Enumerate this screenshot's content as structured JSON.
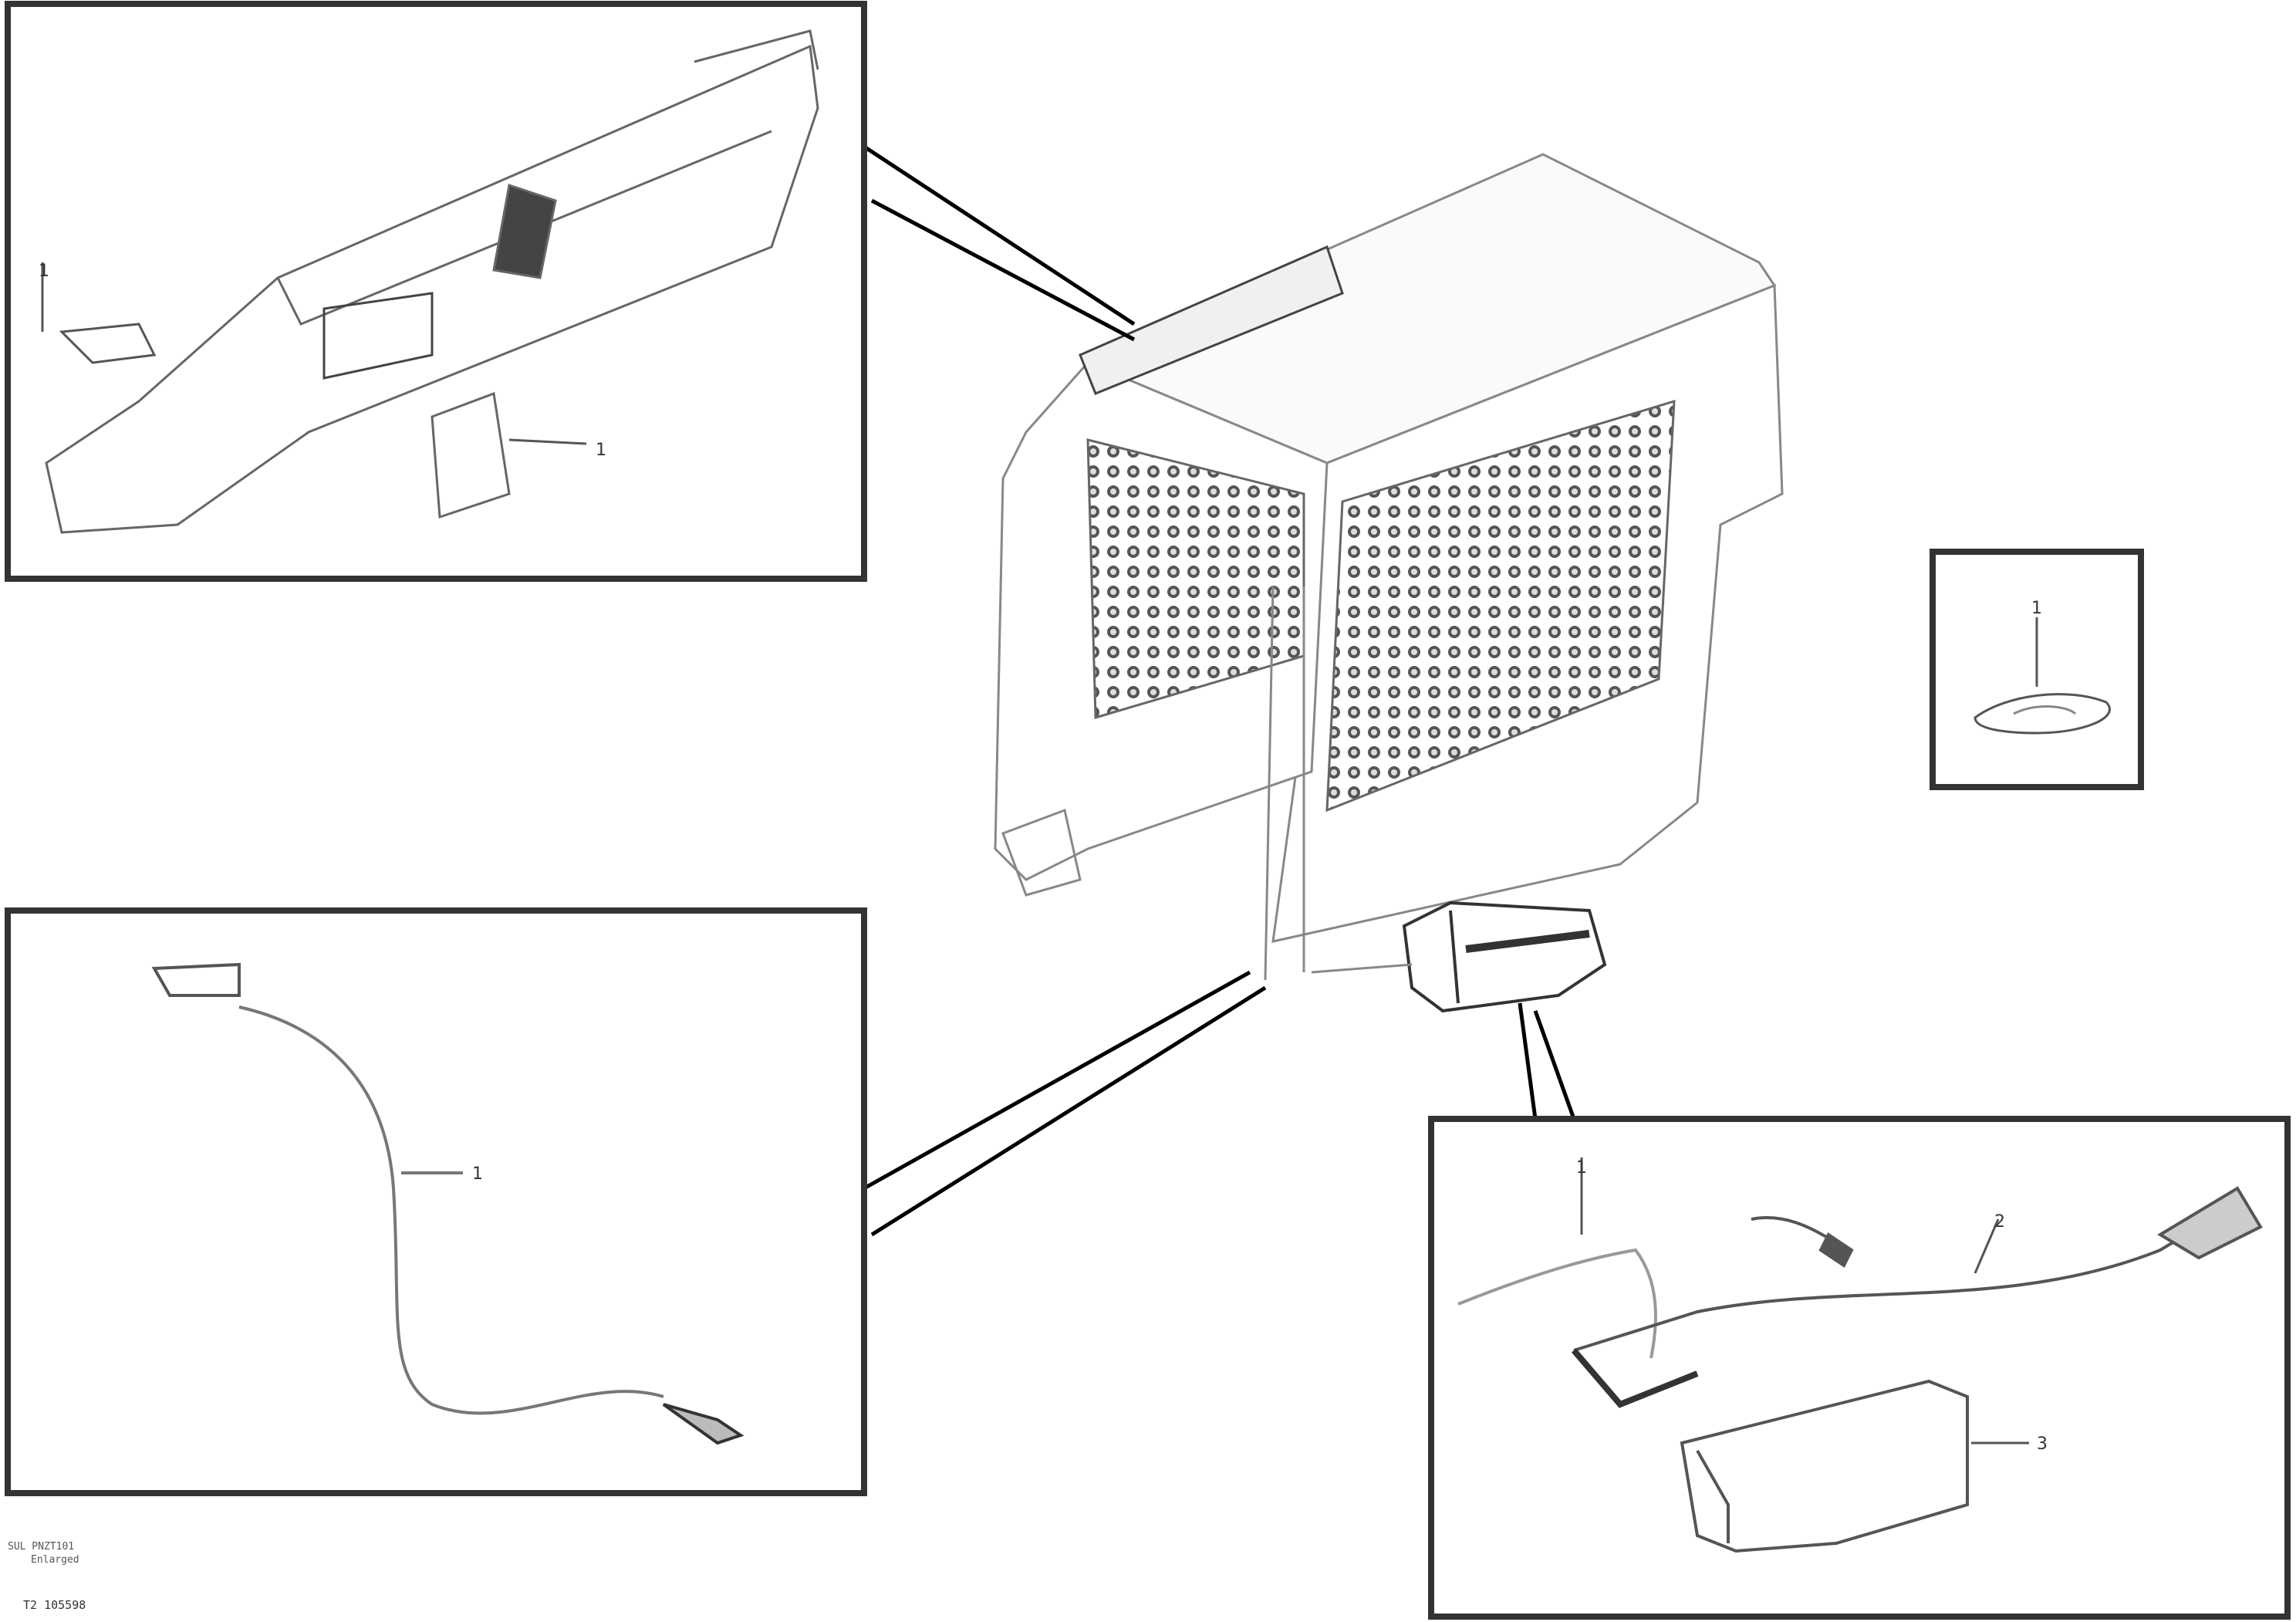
{
  "diagram": {
    "callouts": {
      "box1": {
        "left_label": "1",
        "right_label": "1"
      },
      "box2": {
        "label": "1"
      },
      "box3": {
        "label_top": "1",
        "label_mid": "2",
        "label_right": "3"
      },
      "box4": {
        "label": "1"
      }
    },
    "footer": {
      "line1": "SUL PNZT101",
      "line2": "Enlarged",
      "ref": "T2 105598"
    }
  }
}
